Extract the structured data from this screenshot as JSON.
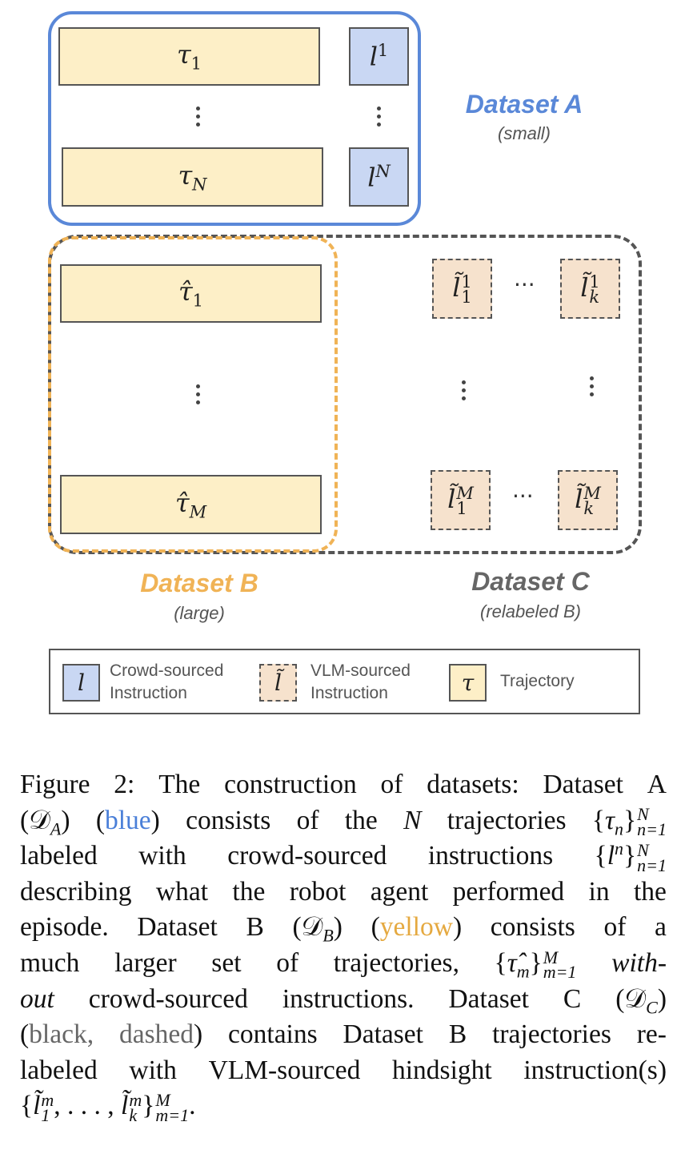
{
  "colors": {
    "blue": "#5a88d8",
    "orange": "#f0b356",
    "gray_dashed": "#555555",
    "trajectory_fill": "#fdefc7",
    "crowd_fill": "#c9d7f3",
    "vlm_fill": "#f6e2cd"
  },
  "dataset_a": {
    "title": "Dataset A",
    "subtitle": "(small)",
    "trajectories": [
      {
        "base": "τ",
        "sub": "1"
      },
      {
        "base": "τ",
        "sub": "N"
      }
    ],
    "instructions": [
      {
        "base": "l",
        "sup": "1"
      },
      {
        "base": "l",
        "sup": "N"
      }
    ]
  },
  "dataset_b": {
    "title": "Dataset B",
    "subtitle": "(large)",
    "trajectories": [
      {
        "base": "τ̂",
        "sub": "1"
      },
      {
        "base": "τ̂",
        "sub": "M"
      }
    ]
  },
  "dataset_c": {
    "title": "Dataset C",
    "subtitle": "(relabeled B)",
    "instructions": [
      {
        "base": "l̃",
        "sup": "1",
        "sub": "1"
      },
      {
        "base": "l̃",
        "sup": "1",
        "sub": "k"
      },
      {
        "base": "l̃",
        "sup": "M",
        "sub": "1"
      },
      {
        "base": "l̃",
        "sup": "M",
        "sub": "k"
      }
    ]
  },
  "ellipsis": "···",
  "legend": [
    {
      "symbol": "l",
      "line1": "Crowd-sourced",
      "line2": "Instruction"
    },
    {
      "symbol": "l̃",
      "line1": "VLM-sourced",
      "line2": "Instruction"
    },
    {
      "symbol": "τ",
      "line1": "Trajectory",
      "line2": ""
    }
  ],
  "caption": {
    "lines": [
      [
        {
          "t": "Figure 2: The construction of datasets: Dataset A"
        }
      ],
      [
        {
          "t": "(𝒟"
        },
        {
          "t": "A",
          "s": "sub"
        },
        {
          "t": ") ("
        },
        {
          "t": "blue",
          "s": "blue"
        },
        {
          "t": ") consists of the "
        },
        {
          "t": "N",
          "s": "i"
        },
        {
          "t": " trajectories {"
        },
        {
          "t": "τ",
          "s": "i"
        },
        {
          "t": "n",
          "s": "sub"
        },
        {
          "t": "}"
        },
        {
          "sup": "N",
          "sub": "n=1"
        }
      ],
      [
        {
          "t": "labeled with crowd-sourced instructions {"
        },
        {
          "t": "l",
          "s": "i"
        },
        {
          "t": "n",
          "s": "sup"
        },
        {
          "t": "}"
        },
        {
          "sup": "N",
          "sub": "n=1"
        }
      ],
      [
        {
          "t": "describing what the robot agent performed in the"
        }
      ],
      [
        {
          "t": "episode.  Dataset B (𝒟"
        },
        {
          "t": "B",
          "s": "sub"
        },
        {
          "t": ") ("
        },
        {
          "t": "yellow",
          "s": "yellow"
        },
        {
          "t": ") consists of a"
        }
      ],
      [
        {
          "t": "much larger set of trajectories, {"
        },
        {
          "t": "τ̂",
          "s": "i"
        },
        {
          "t": "m",
          "s": "sub"
        },
        {
          "t": "}"
        },
        {
          "sup": "M",
          "sub": "m=1"
        },
        {
          "t": " "
        },
        {
          "t": "with-",
          "s": "i"
        }
      ],
      [
        {
          "t": "out",
          "s": "i"
        },
        {
          "t": " crowd-sourced instructions. Dataset C (𝒟"
        },
        {
          "t": "C",
          "s": "sub"
        },
        {
          "t": ")"
        }
      ],
      [
        {
          "t": "("
        },
        {
          "t": "black, dashed",
          "s": "gray"
        },
        {
          "t": ") contains Dataset B trajectories re-"
        }
      ],
      [
        {
          "t": "labeled with VLM-sourced hindsight instruction(s)"
        }
      ],
      [
        {
          "t": "{"
        },
        {
          "t": "l̃",
          "s": "i"
        },
        {
          "sup": "m",
          "sub": "1"
        },
        {
          "t": ", . . . , "
        },
        {
          "t": "l̃",
          "s": "i"
        },
        {
          "sup": "m",
          "sub": "k"
        },
        {
          "t": "}"
        },
        {
          "sup": "M",
          "sub": "m=1"
        },
        {
          "t": "."
        }
      ]
    ]
  }
}
